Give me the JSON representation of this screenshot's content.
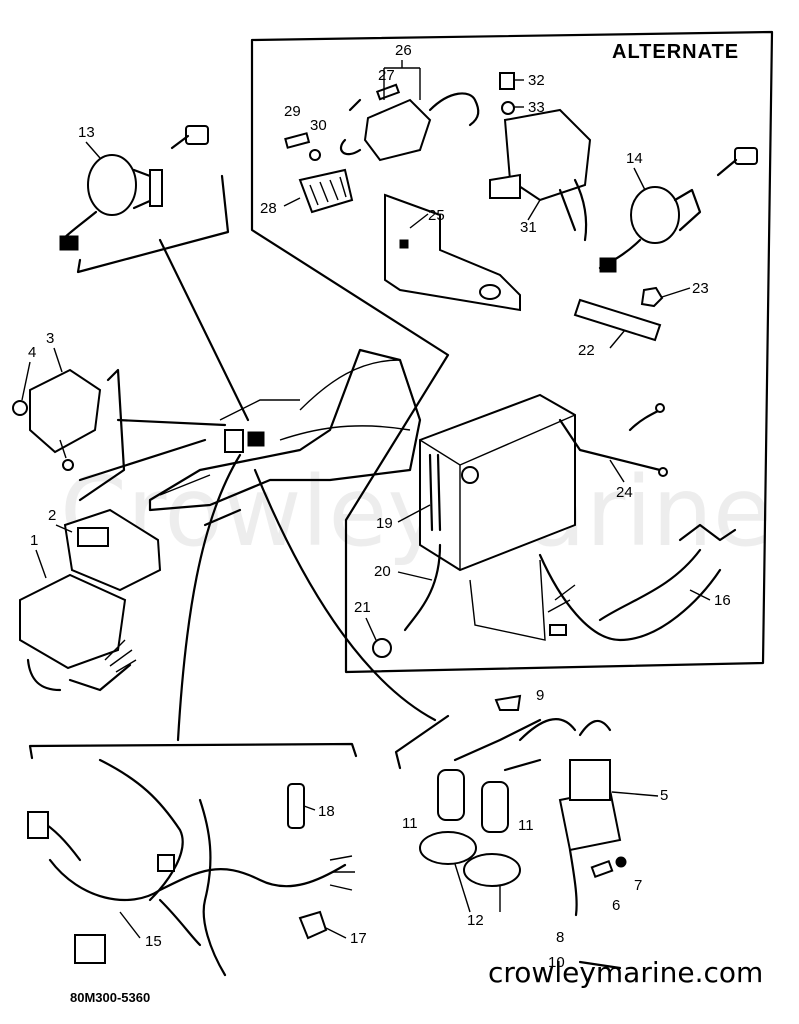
{
  "diagram": {
    "heading": "ALTERNATE",
    "watermark": "CrowleyMarine",
    "footer_url": "crowleymarine.com",
    "drawing_code": "80M300-5360",
    "labels": [
      "1",
      "2",
      "3",
      "4",
      "5",
      "6",
      "7",
      "8",
      "9",
      "10",
      "11",
      "11",
      "12",
      "13",
      "14",
      "15",
      "16",
      "17",
      "18",
      "19",
      "20",
      "21",
      "22",
      "23",
      "24",
      "25",
      "26",
      "27",
      "28",
      "29",
      "30",
      "31",
      "32",
      "33"
    ]
  }
}
